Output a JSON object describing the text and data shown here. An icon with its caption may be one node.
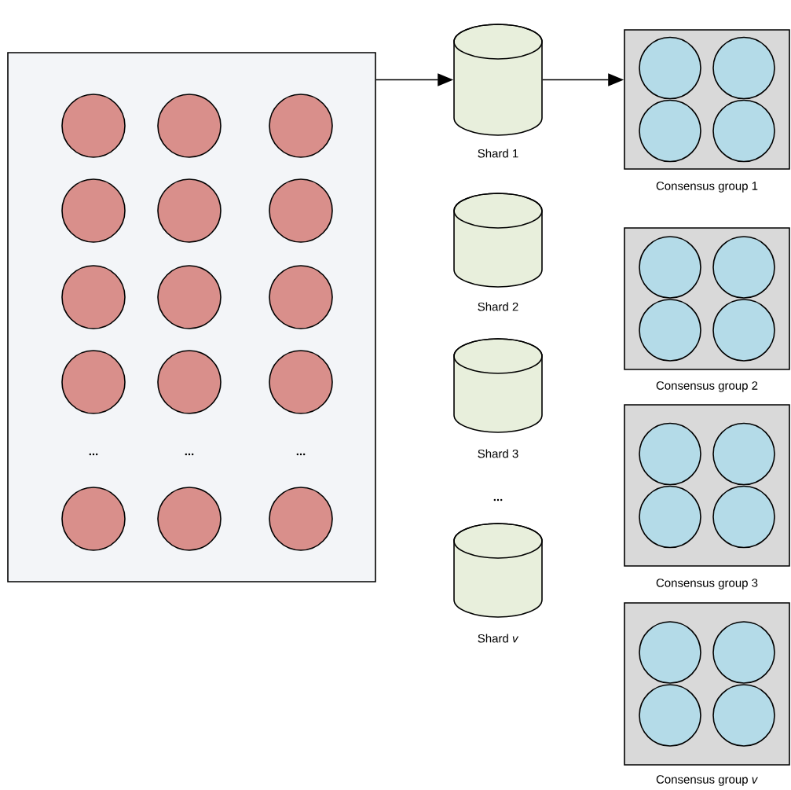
{
  "diagram": {
    "nodes": [
      {
        "text": [],
        "shape": "box"
      },
      {
        "text": [
          "Shard 1"
        ]
      },
      {
        "text": [
          "Consensus group 1"
        ]
      },
      {
        "text": [
          "Shard 2"
        ]
      },
      {
        "text": [
          "Consensus group 2"
        ]
      },
      {
        "text": [
          "Shard 3"
        ]
      },
      {
        "text": [
          "Consensus group 3"
        ]
      },
      {
        "text": [
          "Shard *v*"
        ]
      },
      {
        "text": [
          "Consensus group *v*"
        ]
      }
    ],
    "edges": [
      {
        "from": 0,
        "to": 1,
        "arrow": "to"
      },
      {
        "from": 1,
        "to": 2,
        "arrow": "to"
      }
    ],
    "labels": [
      "...",
      "...",
      "...",
      "..."
    ]
  }
}
